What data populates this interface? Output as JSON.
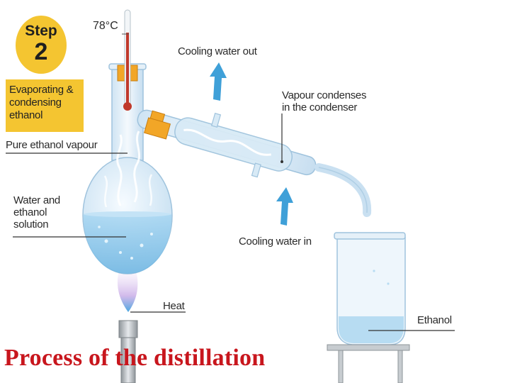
{
  "step": {
    "word": "Step",
    "number": "2",
    "description": [
      "Evaporating &",
      "condensing",
      "ethanol"
    ]
  },
  "labels": {
    "temperature": "78°C",
    "cooling_out": "Cooling water out",
    "vapour_condenses": [
      "Vapour condenses",
      "in the condenser"
    ],
    "pure_vapour": "Pure ethanol vapour",
    "solution": [
      "Water and",
      "ethanol",
      "solution"
    ],
    "cooling_in": "Cooling water in",
    "heat": "Heat",
    "ethanol": "Ethanol"
  },
  "caption": "Process of the distillation",
  "colors": {
    "badge": "#f4c531",
    "caption": "#c8161d",
    "liquid": "#8fcbee",
    "glass": "#dcecf7",
    "arrow": "#3fa0d8",
    "thermometer": "#c0392b"
  }
}
